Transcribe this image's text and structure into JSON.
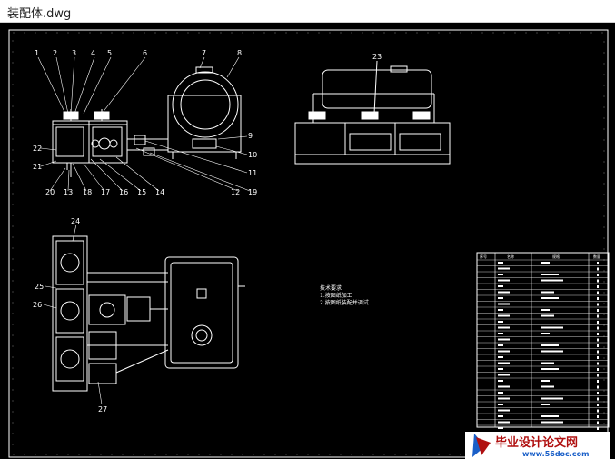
{
  "window": {
    "title": "装配体.dwg"
  },
  "drawing": {
    "callouts": [
      "1",
      "2",
      "3",
      "4",
      "5",
      "6",
      "7",
      "8",
      "9",
      "10",
      "11",
      "12",
      "13",
      "14",
      "15",
      "16",
      "17",
      "18",
      "19",
      "20",
      "21",
      "22",
      "23",
      "24",
      "25",
      "26",
      "27"
    ],
    "notes": {
      "heading": "技术要求",
      "line1": "1.按图纸加工",
      "line2": "2.按图纸装配并调试"
    },
    "bom": {
      "headers": [
        "序号",
        "名称",
        "规格",
        "数量"
      ]
    }
  },
  "watermark": {
    "logo_text": "毕业设计论文网",
    "url": "www.56doc.com",
    "brand_color": "#b01010",
    "accent_color": "#1a5fc8"
  }
}
